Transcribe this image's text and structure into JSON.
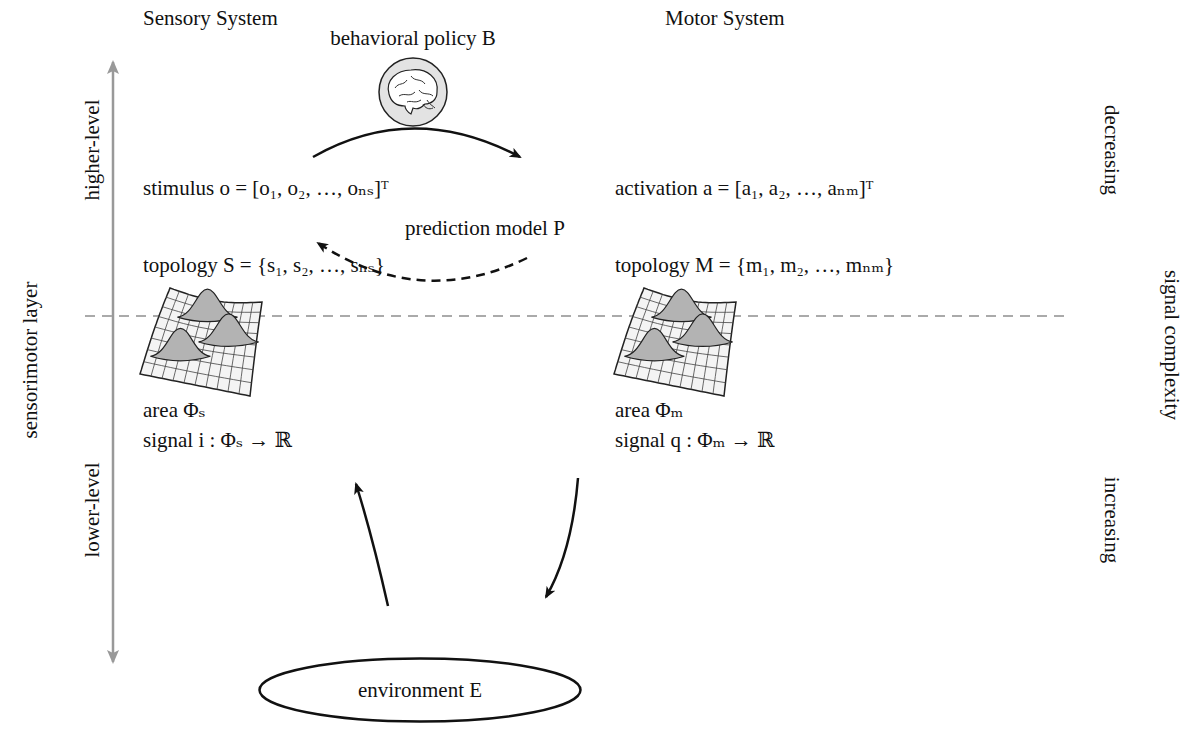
{
  "diagram": {
    "nodes": [
      {
        "text": [
          "behavioral policy B"
        ]
      },
      {
        "text": [
          "environment E"
        ]
      }
    ],
    "labels": [
      "Sensory System",
      "Motor System",
      "stimulus o = [o₁, o₂, …, oₙₛ]ᵀ",
      "activation a = [a₁, a₂, …, aₙₘ]ᵀ",
      "prediction model P",
      "topology S = {s₁, s₂, …, sₙₛ}",
      "topology M = {m₁, m₂, …, mₙₘ}",
      "area Φₛ",
      "signal i : Φₛ → ℝ",
      "area Φₘ",
      "signal q : Φₘ → ℝ",
      "sensorimotor layer",
      "higher-level",
      "lower-level",
      "signal complexity",
      "decreasing",
      "increasing"
    ]
  }
}
